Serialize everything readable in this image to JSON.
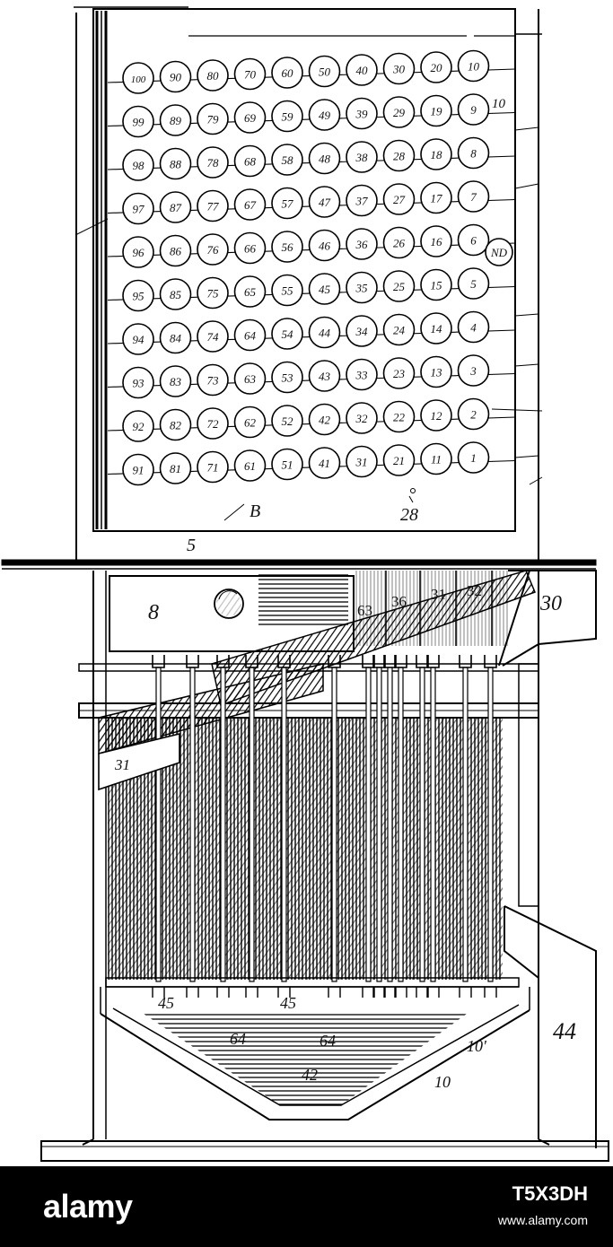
{
  "keyboard": {
    "rows": [
      [
        "100",
        "90",
        "80",
        "70",
        "60",
        "50",
        "40",
        "30",
        "20",
        "10"
      ],
      [
        "99",
        "89",
        "79",
        "69",
        "59",
        "49",
        "39",
        "29",
        "19",
        "9"
      ],
      [
        "98",
        "88",
        "78",
        "68",
        "58",
        "48",
        "38",
        "28",
        "18",
        "8"
      ],
      [
        "97",
        "87",
        "77",
        "67",
        "57",
        "47",
        "37",
        "27",
        "17",
        "7"
      ],
      [
        "96",
        "86",
        "76",
        "66",
        "56",
        "46",
        "36",
        "26",
        "16",
        "6"
      ],
      [
        "95",
        "85",
        "75",
        "65",
        "55",
        "45",
        "35",
        "25",
        "15",
        "5"
      ],
      [
        "94",
        "84",
        "74",
        "64",
        "54",
        "44",
        "34",
        "24",
        "14",
        "4"
      ],
      [
        "93",
        "83",
        "73",
        "63",
        "53",
        "43",
        "33",
        "23",
        "13",
        "3"
      ],
      [
        "92",
        "82",
        "72",
        "62",
        "52",
        "42",
        "32",
        "22",
        "12",
        "2"
      ],
      [
        "91",
        "81",
        "71",
        "61",
        "51",
        "41",
        "31",
        "21",
        "11",
        "1"
      ]
    ],
    "nd_key": "ND"
  },
  "reference_labels": {
    "r10a": "10",
    "rB": "B",
    "r28": "28",
    "r5": "5",
    "r8": "8",
    "r63": "63",
    "r36": "36",
    "r31a": "31",
    "r32": "32",
    "r30": "30",
    "r31b": "31",
    "r45a": "45",
    "r45b": "45",
    "r64a": "64",
    "r64b": "64",
    "r42": "42",
    "r10b": "10",
    "r10c": "10'",
    "r44": "44"
  },
  "watermark": {
    "logo": "alamy",
    "image_id": "T5X3DH",
    "url": "www.alamy.com"
  }
}
